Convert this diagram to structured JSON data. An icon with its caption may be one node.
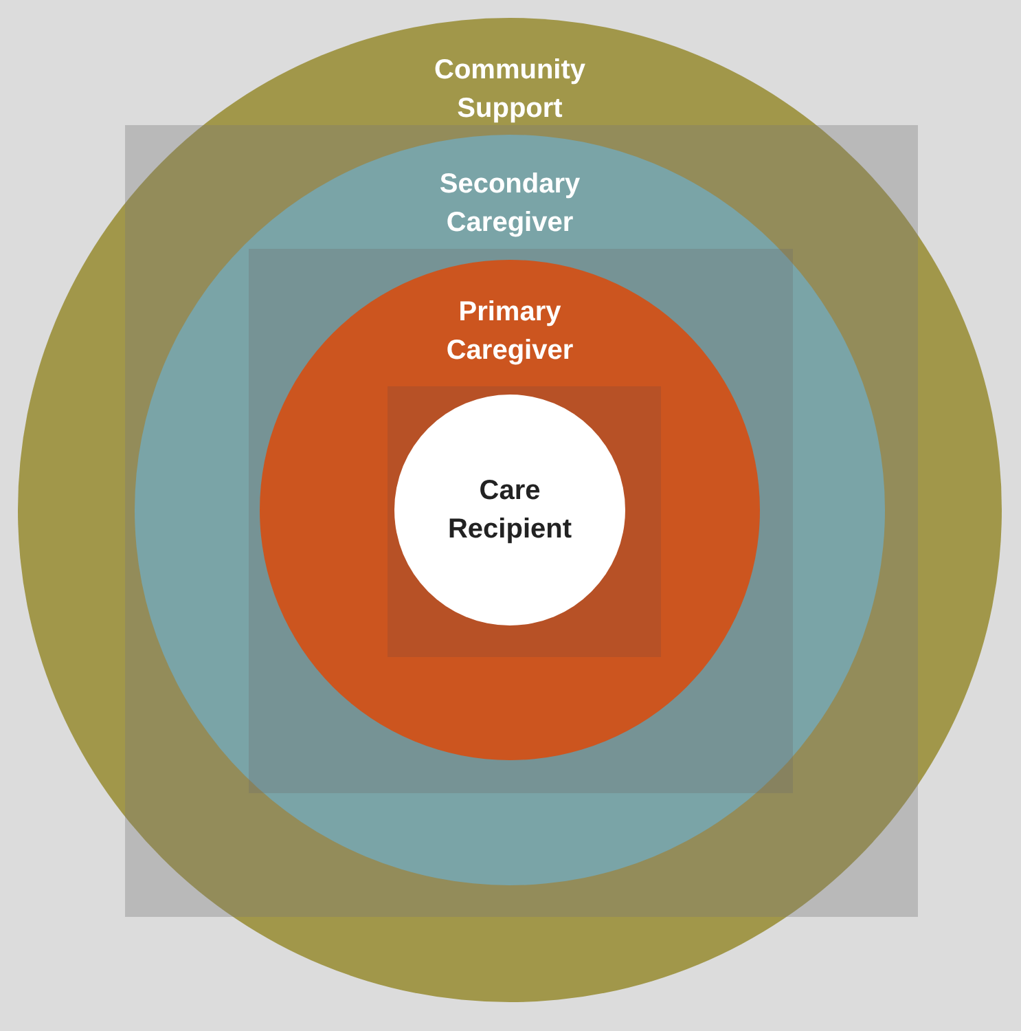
{
  "diagram": {
    "nodes": [
      {
        "text": [
          "Community Support"
        ]
      },
      {
        "text": [
          "Secondary Caregiver"
        ],
        "in": 0
      },
      {
        "text": [
          "Primary Caregiver"
        ],
        "in": 1
      },
      {
        "text": [
          "Care Recipient"
        ],
        "in": 2
      }
    ]
  }
}
